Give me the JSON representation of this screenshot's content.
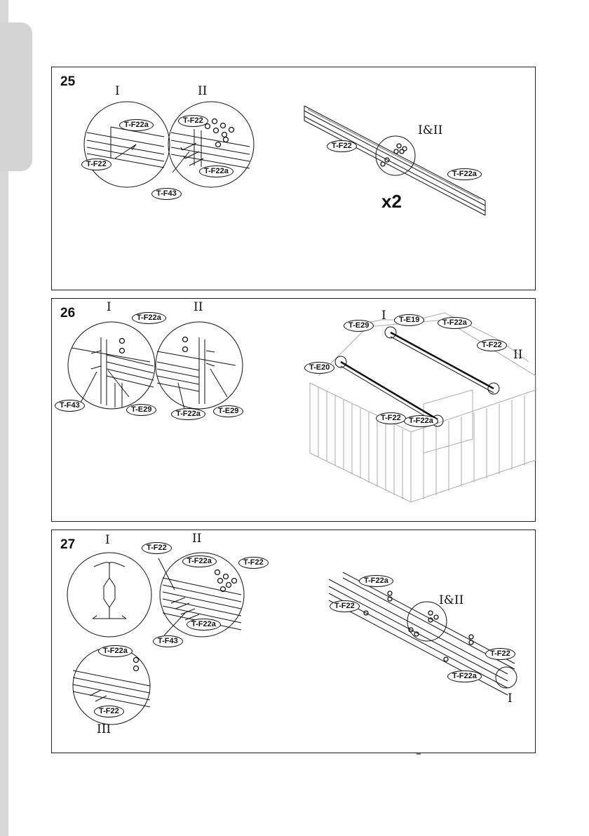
{
  "steps": [
    {
      "number": "25",
      "roman_i": "I",
      "roman_ii": "II",
      "detail_label": "I&II",
      "multiplier": "x2",
      "labels": {
        "a": "T-F22a",
        "b": "T-F22",
        "c": "T-F22",
        "d": "T-F22a",
        "e": "T-F43",
        "f": "T-F22",
        "g": "T-F22a"
      }
    },
    {
      "number": "26",
      "roman_i": "I",
      "roman_ii": "II",
      "labels": {
        "a": "T-F22a",
        "b": "T-F43",
        "c": "T-E29",
        "d": "T-F22a",
        "e": "T-E29"
      },
      "scene": {
        "roman_i": "I",
        "roman_ii": "II",
        "e29": "T-E29",
        "e19": "T-E19",
        "f22a_top": "T-F22a",
        "f22_right": "T-F22",
        "e20": "T-E20",
        "f22_bottom": "T-F22",
        "f22a_bottom": "T-F22a"
      }
    },
    {
      "number": "27",
      "roman_i": "I",
      "roman_ii": "II",
      "roman_iii": "III",
      "detail_label": "I&II",
      "roman_end": "I",
      "labels": {
        "a": "T-F22",
        "b": "T-F22a",
        "c": "T-F22",
        "d": "T-F22a",
        "e": "T-F43",
        "f": "T-F22a",
        "g": "T-F22"
      },
      "scene": {
        "f22a_top": "T-F22a",
        "f22_left": "T-F22",
        "f22_right": "T-F22",
        "f22a_bottom": "T-F22a"
      }
    }
  ]
}
